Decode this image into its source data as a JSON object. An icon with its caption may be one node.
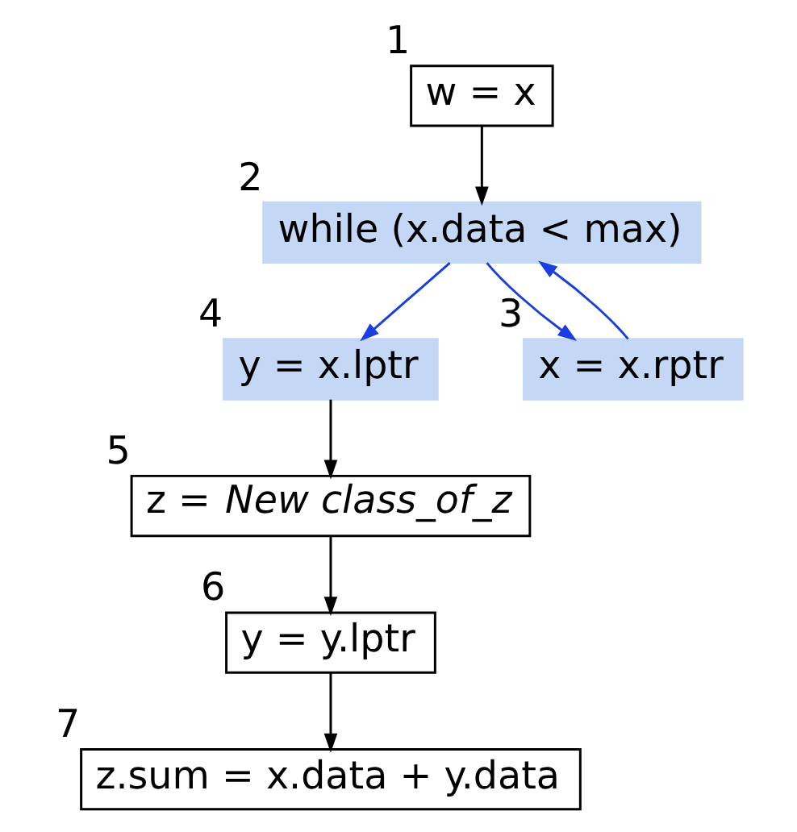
{
  "diagram": {
    "nodes": [
      {
        "text": [
          "w = x"
        ],
        "beside": [
          "1"
        ]
      },
      {
        "text": [
          "while (x.data < max)"
        ],
        "beside": [
          "2"
        ]
      },
      {
        "text": [
          "y = x.lptr"
        ],
        "beside": [
          "4"
        ]
      },
      {
        "text": [
          "x = x.rptr"
        ],
        "beside": [
          "3"
        ]
      },
      {
        "text": [
          "z = *New class_of_z*"
        ],
        "beside": [
          "5"
        ]
      },
      {
        "text": [
          "y = y.lptr"
        ],
        "beside": [
          "6"
        ]
      },
      {
        "text": [
          "z.sum = x.data + y.data"
        ],
        "beside": [
          "7"
        ]
      }
    ],
    "edges": [
      {
        "from": 0,
        "to": 1,
        "arrow": "to"
      },
      {
        "from": 1,
        "to": 2,
        "arrow": "to",
        "color": "#1a3fe0"
      },
      {
        "from": 1,
        "to": 3,
        "arrow": "to",
        "color": "#1a3fe0"
      },
      {
        "from": 3,
        "to": 1,
        "arrow": "to",
        "color": "#1a3fe0"
      },
      {
        "from": 2,
        "to": 4,
        "arrow": "to"
      },
      {
        "from": 4,
        "to": 5,
        "arrow": "to"
      },
      {
        "from": 5,
        "to": 6,
        "arrow": "to"
      }
    ]
  }
}
